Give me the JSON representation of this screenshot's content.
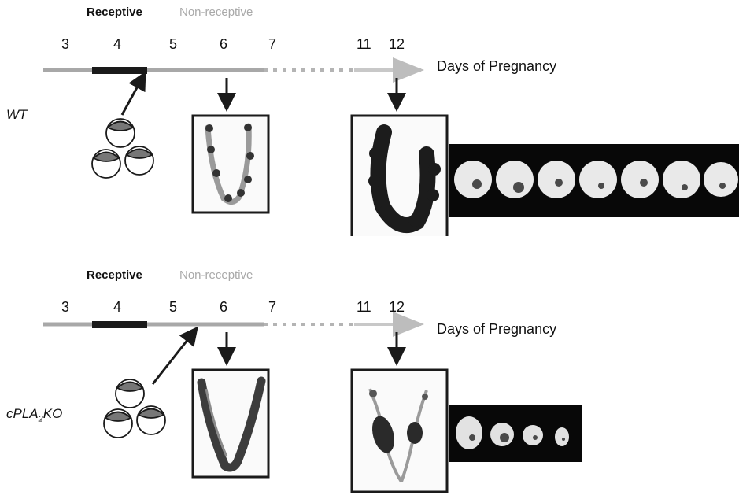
{
  "panels": [
    {
      "id": "wt",
      "genotype": "WT",
      "window_labels": {
        "receptive": "Receptive",
        "non_receptive": "Non-receptive"
      },
      "days": [
        "3",
        "4",
        "5",
        "6",
        "7",
        "11",
        "12"
      ],
      "axis_label": "Days of Pregnancy",
      "embryo_count": 7
    },
    {
      "id": "ko",
      "genotype_prefix": "cPLA",
      "genotype_sub": "2",
      "genotype_suffix": "KO",
      "window_labels": {
        "receptive": "Receptive",
        "non_receptive": "Non-receptive"
      },
      "days": [
        "3",
        "4",
        "5",
        "6",
        "7",
        "11",
        "12"
      ],
      "axis_label": "Days of Pregnancy",
      "embryo_count": 4
    }
  ],
  "colors": {
    "receptive_bar": "#1a1a1a",
    "timeline": "#a8a8a8",
    "non_receptive_text": "#a9a9a9",
    "embryo_strip_bg": "#080808"
  },
  "icons": {
    "blastocyst": "blastocyst-icon",
    "uterus": "uterus-photo",
    "embryos": "embryo-photo"
  }
}
